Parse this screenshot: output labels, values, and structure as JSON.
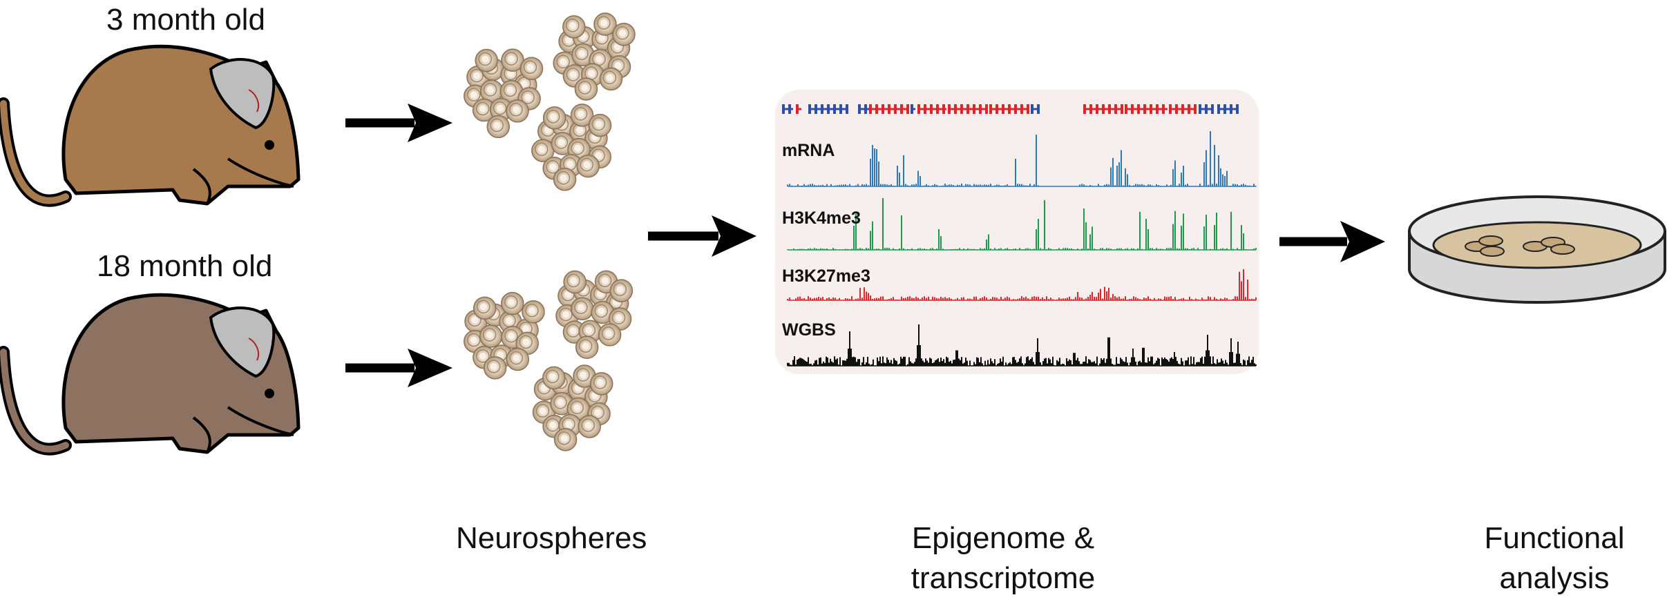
{
  "mice": {
    "young": {
      "label": "3 month old",
      "color": "#a77a4e"
    },
    "old": {
      "label": "18 month old",
      "color": "#8d7262"
    }
  },
  "steps": {
    "neurospheres": "Neurospheres",
    "epigenome_line1": "Epigenome &",
    "epigenome_line2": "transcriptome",
    "functional_line1": "Functional",
    "functional_line2": "analysis"
  },
  "tracks": [
    {
      "name": "mRNA",
      "color": "#2a7ab8"
    },
    {
      "name": "H3K4me3",
      "color": "#1a9a4a"
    },
    {
      "name": "H3K27me3",
      "color": "#e0242b"
    },
    {
      "name": "WGBS",
      "color": "#111111"
    }
  ],
  "gene_colors": {
    "forward": "#e0242b",
    "reverse": "#2e4fa8"
  }
}
